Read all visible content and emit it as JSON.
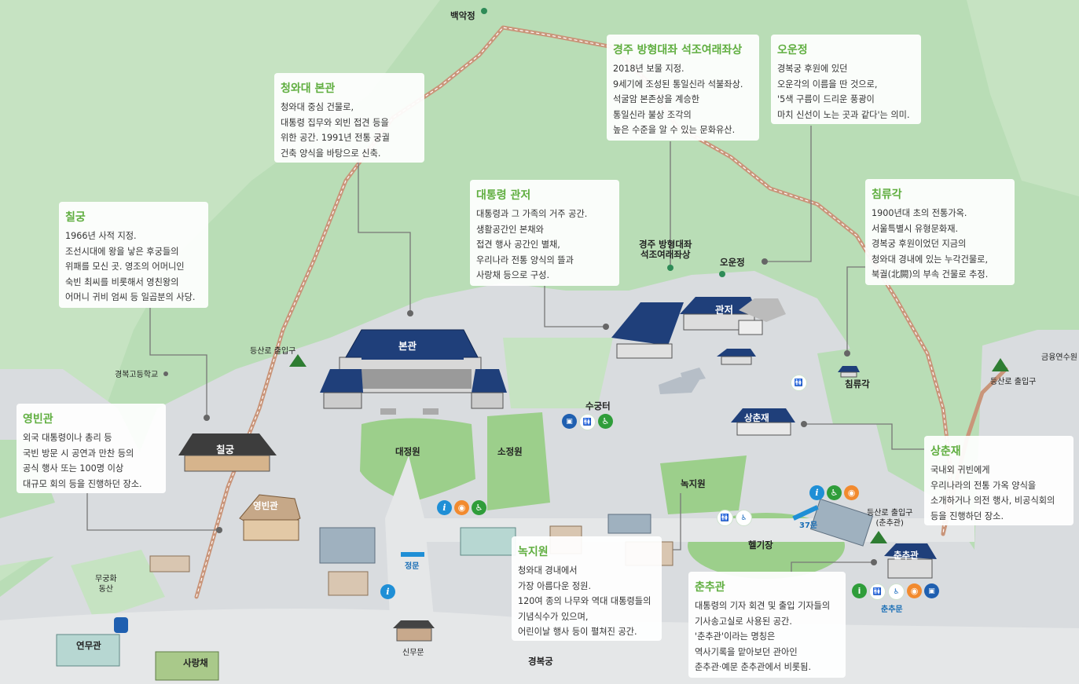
{
  "colors": {
    "green_accent": "#5fae3f",
    "roof_blue": "#1f3f7a",
    "path_brown": "#c9957a",
    "grass": "#b9ddb6",
    "road": "#d9dcdf"
  },
  "callouts": {
    "bongwan": {
      "title": "청와대 본관",
      "lines": [
        "청와대 중심 건물로,",
        "대통령 집무와 외빈 접견 등을",
        "위한 공간. 1991년 전통 궁궐",
        "건축 양식을 바탕으로 신축."
      ]
    },
    "buddha": {
      "title": "경주 방형대좌 석조여래좌상",
      "lines": [
        "2018년 보물 지정.",
        "9세기에 조성된 통일신라 석불좌상.",
        "석굴암 본존상을 계승한",
        "통일신라 불상 조각의",
        "높은 수준을 알 수 있는 문화유산."
      ]
    },
    "ounjeong": {
      "title": "오운정",
      "lines": [
        "경복궁 후원에 있던",
        "오운각의 이름을 딴 것으로,",
        "'5색 구름이 드리운 풍광이",
        "마치 신선이 노는 곳과 같다'는 의미."
      ]
    },
    "chilgung": {
      "title": "칠궁",
      "lines": [
        "1966년 사적 지정.",
        "조선시대에 왕을 낳은 후궁들의",
        "위패를 모신 곳. 영조의 어머니인",
        "숙빈 최씨를 비롯해서 영친왕의",
        "어머니 귀비 엄씨 등 일곱분의 사당."
      ]
    },
    "gwanjeo": {
      "title": "대통령 관저",
      "lines": [
        "대통령과 그 가족의 거주 공간.",
        "생활공간인 본채와",
        "접견 행사 공간인 별채,",
        "우리나라 전통 양식의 뜰과",
        "사랑채 등으로 구성."
      ]
    },
    "chimnyugak": {
      "title": "침류각",
      "lines": [
        "1900년대 초의 전통가옥.",
        "서울특별시 유형문화재.",
        "경복궁 후원이었던 지금의",
        "청와대 경내에 있는 누각건물로,",
        "북궐(北闕)의 부속 건물로 추정."
      ]
    },
    "yeongbingwan": {
      "title": "영빈관",
      "lines": [
        "외국 대통령이나 총리 등",
        "국빈 방문 시 공연과 만찬 등의",
        "공식 행사 또는 100명 이상",
        "대규모 회의 등을 진행하던 장소."
      ]
    },
    "sangchunjae": {
      "title": "상춘재",
      "lines": [
        "국내외 귀빈에게",
        "우리나라의 전통 가옥 양식을",
        "소개하거나 의전 행사, 비공식회의",
        "등을 진행하던 장소."
      ]
    },
    "nokjiwon": {
      "title": "녹지원",
      "lines": [
        "청와대 경내에서",
        "가장 아름다운 정원.",
        "120여 종의 나무와 역대 대통령들의",
        "기념식수가 있으며,",
        "어린이날 행사 등이 펼쳐진 공간."
      ]
    },
    "chunchugwan": {
      "title": "춘추관",
      "lines": [
        "대통령의 기자 회견 및 출입 기자들의",
        "기사송고실로 사용된 공간.",
        "'춘추관'이라는 명칭은",
        "역사기록을 맡아보던 관아인",
        "춘추관·예문 춘추관에서 비롯됨."
      ]
    }
  },
  "labels": {
    "baegakjeong": "백악정",
    "trail_entrance_left": "등산로 출입구",
    "gyeongbok_hs": "경복고등학교",
    "buddha_l1": "경주 방형대좌",
    "buddha_l2": "석조여래좌상",
    "ounjeong": "오운정",
    "sugungteo": "수궁터",
    "daejeongwon": "대정원",
    "sojeongwon": "소정원",
    "nokjiwon": "녹지원",
    "chimnyugak": "침류각",
    "heliport": "헬기장",
    "gate37": "37문",
    "trail_entrance_right": "등산로 출입구",
    "geumyungyeonsuwon": "금융연수원",
    "trail_chunchu_l1": "등산로 출입구",
    "trail_chunchu_l2": "(춘추관)",
    "chunchumun": "춘추문",
    "jeongmun": "정문",
    "sinmumun": "신무문",
    "gyeongbokgung": "경복궁",
    "mugunghwa_l1": "무궁화",
    "mugunghwa_l2": "동산",
    "yeonmugwan": "연무관",
    "sarangchae": "사랑채"
  },
  "buildings": {
    "bongwan": "본관",
    "gwanjeo": "관저",
    "chilgung": "칠궁",
    "yeongbingwan": "영빈관",
    "sangchunjae": "상춘재",
    "chunchugwan": "춘추관"
  },
  "icons": {
    "info": "i",
    "restroom": "🚻",
    "accessible": "♿",
    "baby": "◉",
    "shop": "▣"
  }
}
